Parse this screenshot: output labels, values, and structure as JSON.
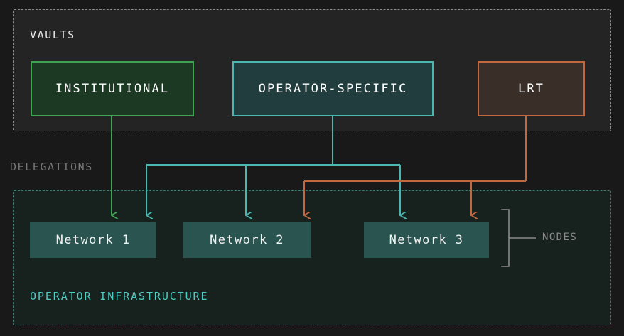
{
  "diagram": {
    "background": "#191919",
    "sections": {
      "vaults_label": "VAULTS",
      "delegations_label": "DELEGATIONS",
      "infrastructure_label": "OPERATOR INFRASTRUCTURE",
      "nodes_label": "NODES"
    },
    "vaults": [
      {
        "id": "institutional",
        "label": "INSTITUTIONAL",
        "accent": "#3fa353",
        "fill": "#1c3a23"
      },
      {
        "id": "operator-specific",
        "label": "OPERATOR-SPECIFIC",
        "accent": "#4ab8b0",
        "fill": "#223d3d"
      },
      {
        "id": "lrt",
        "label": "LRT",
        "accent": "#c2683f",
        "fill": "#3a2e28"
      }
    ],
    "networks": [
      {
        "id": "network-1",
        "label": "Network 1",
        "fill": "#2a5450"
      },
      {
        "id": "network-2",
        "label": "Network 2",
        "fill": "#2a5450"
      },
      {
        "id": "network-3",
        "label": "Network 3",
        "fill": "#2a5450"
      }
    ],
    "delegations": [
      {
        "from": "institutional",
        "to": "network-1",
        "color": "#3fa353"
      },
      {
        "from": "operator-specific",
        "to": "network-1",
        "color": "#4ab8b0"
      },
      {
        "from": "operator-specific",
        "to": "network-2",
        "color": "#4ab8b0"
      },
      {
        "from": "operator-specific",
        "to": "network-3",
        "color": "#4ab8b0"
      },
      {
        "from": "lrt",
        "to": "network-2",
        "color": "#c2683f"
      },
      {
        "from": "lrt",
        "to": "network-3",
        "color": "#c2683f"
      }
    ],
    "colors": {
      "page_background": "#191919",
      "vaults_panel": "#242424",
      "infrastructure_panel": "#17211e",
      "dashed_gray": "#8a8a8a",
      "dashed_teal": "#3f7a70",
      "teal_accent": "#4ecdc4",
      "muted_text": "#8a8a8a"
    }
  }
}
